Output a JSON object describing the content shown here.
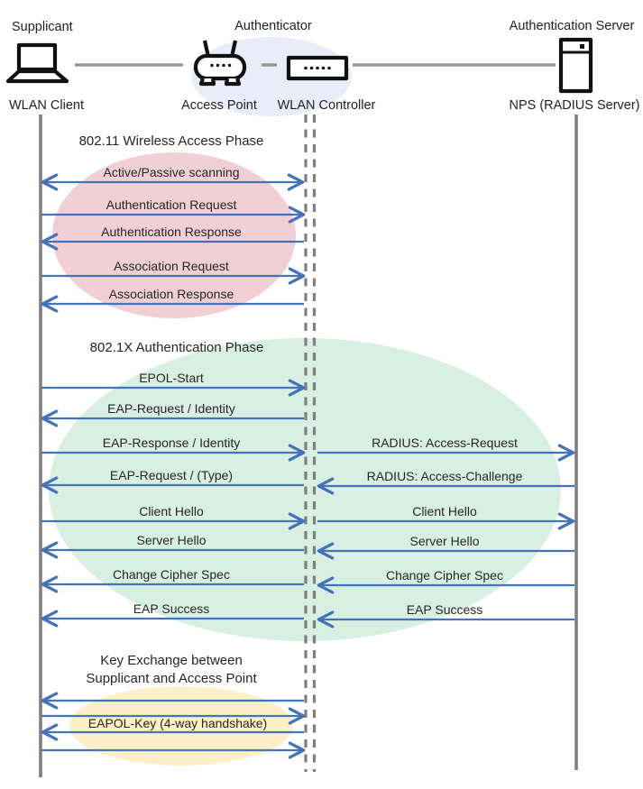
{
  "header": {
    "roles": {
      "supplicant": "Supplicant",
      "authenticator": "Authenticator",
      "auth_server": "Authentication Server"
    },
    "devices": {
      "wlan_client": "WLAN Client",
      "access_point": "Access Point",
      "wlan_controller": "WLAN Controller",
      "nps": "NPS (RADIUS Server)"
    }
  },
  "phases": {
    "p1": {
      "title": "802.11 Wireless Access Phase",
      "title_color": "#C00000",
      "fill": "#F0CFD5"
    },
    "p2": {
      "title": "802.1X Authentication Phase",
      "title_color": "#2EB573",
      "fill": "#D7F0E2"
    },
    "p3": {
      "title_line1": "Key Exchange between",
      "title_line2": "Supplicant and Access Point",
      "title_color": "#ED9356",
      "fill": "#FDEFC8"
    }
  },
  "messages": {
    "scanning": "Active/Passive scanning",
    "auth_request": "Authentication Request",
    "auth_response": "Authentication Response",
    "assoc_request": "Association Request",
    "assoc_response": "Association Response",
    "epol_start": "EPOL-Start",
    "eap_request_identity": "EAP-Request / Identity",
    "eap_response_identity": "EAP-Response / Identity",
    "radius_access_request": "RADIUS: Access-Request",
    "eap_request_type": "EAP-Request / (Type)",
    "radius_access_challenge": "RADIUS: Access-Challenge",
    "client_hello": "Client Hello",
    "server_hello": "Server Hello",
    "change_cipher_spec": "Change Cipher Spec",
    "eap_success": "EAP Success",
    "eapol_key": "EAPOL-Key (4-way handshake)"
  },
  "colors": {
    "arrow": "#4573B9",
    "lifeline": "#7F7F7F",
    "connector": "#979797",
    "hub_ellipse": "#E9EDF7",
    "icon_outline": "#111111"
  }
}
